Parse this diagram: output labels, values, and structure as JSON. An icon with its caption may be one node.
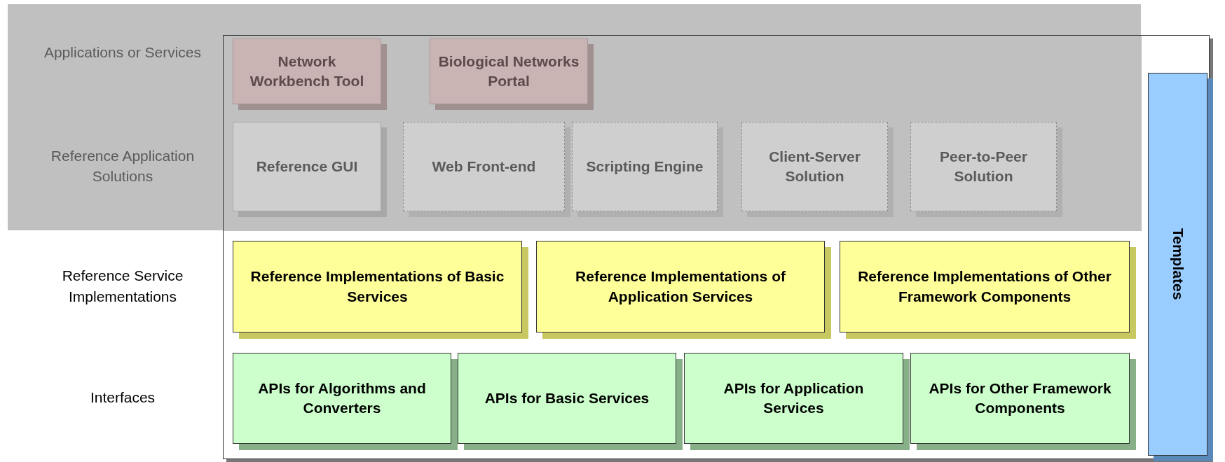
{
  "diagram": {
    "nodes": [
      {
        "text": [],
        "shape": "box"
      },
      {
        "text": [
          "Network Workbench Tool"
        ],
        "in": 0
      },
      {
        "text": [
          "Biological Networks Portal"
        ],
        "in": 0
      },
      {
        "text": [
          "Reference GUI"
        ],
        "in": 0
      },
      {
        "text": [
          "Web Front-end"
        ],
        "in": 0
      },
      {
        "text": [
          "Scripting Engine"
        ],
        "in": 0
      },
      {
        "text": [
          "Client-Server Solution"
        ],
        "in": 0
      },
      {
        "text": [
          "Peer-to-Peer Solution"
        ],
        "in": 0
      },
      {
        "text": [
          "Reference Implementations of Basic Services"
        ],
        "in": 0
      },
      {
        "text": [
          "Reference Implementations of Application Services"
        ],
        "in": 0
      },
      {
        "text": [
          "Reference Implementations of Other Framework Components"
        ],
        "in": 0
      },
      {
        "text": [
          "APIs for Algorithms and Converters"
        ],
        "in": 0
      },
      {
        "text": [
          "APIs for Basic Services"
        ],
        "in": 0
      },
      {
        "text": [
          "APIs for Application Services"
        ],
        "in": 0
      },
      {
        "text": [
          "APIs for Other Framework Components"
        ],
        "in": 0
      },
      {
        "text": [
          "Templates"
        ],
        "in": 0
      }
    ],
    "edges": [],
    "labels": [
      "Applications or Services",
      "Reference Application Solutions",
      "Reference Service Implementations",
      "Interfaces"
    ]
  }
}
